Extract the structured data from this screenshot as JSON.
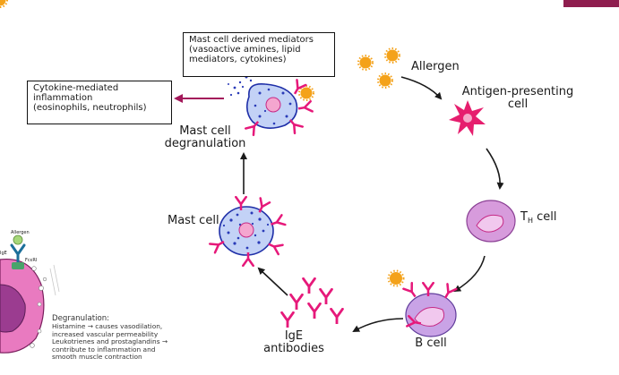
{
  "boxes": {
    "mast_cell_mediators": [
      "Mast cell derived mediators",
      "(vasoactive amines, lipid",
      "mediators, cytokines)"
    ],
    "cytokine_inflammation": [
      "Cytokine-mediated",
      "inflammation",
      "(eosinophils, neutrophils)"
    ]
  },
  "labels": {
    "allergen": "Allergen",
    "apc_line1": "Antigen-presenting",
    "apc_line2": "cell",
    "th_cell_main": "T",
    "th_cell_sub": "H",
    "th_cell_suffix": " cell",
    "b_cell": "B cell",
    "ige_line1": "IgE",
    "ige_line2": "antibodies",
    "mast_cell": "Mast cell",
    "degran_line1": "Mast cell",
    "degran_line2": "degranulation",
    "inset_allergen": "Allergen",
    "inset_receptor": "FcεRI",
    "inset_ige": "IgE"
  },
  "note": {
    "heading": "Degranulation:",
    "lines": [
      "Histamine → causes vasodilation,",
      "increased vascular permeability",
      "Leukotrienes and prostaglandins →",
      "contribute to inflammation and",
      "smooth muscle contraction"
    ]
  },
  "colors": {
    "allergen": "#f4a21a",
    "ige": "#e6197a",
    "mast_cell_fill": "#c3d2f6",
    "mast_cell_stroke": "#1f2fa8",
    "mast_granule": "#2a3bb8",
    "apc": "#e61e6e",
    "th_cell_fill": "#d79bdc",
    "b_cell_fill": "#c9a3e6",
    "cytokine_arrow": "#a3185a",
    "cycle_arrow": "#1a1a1a",
    "header_tab": "#8f1e4f"
  }
}
